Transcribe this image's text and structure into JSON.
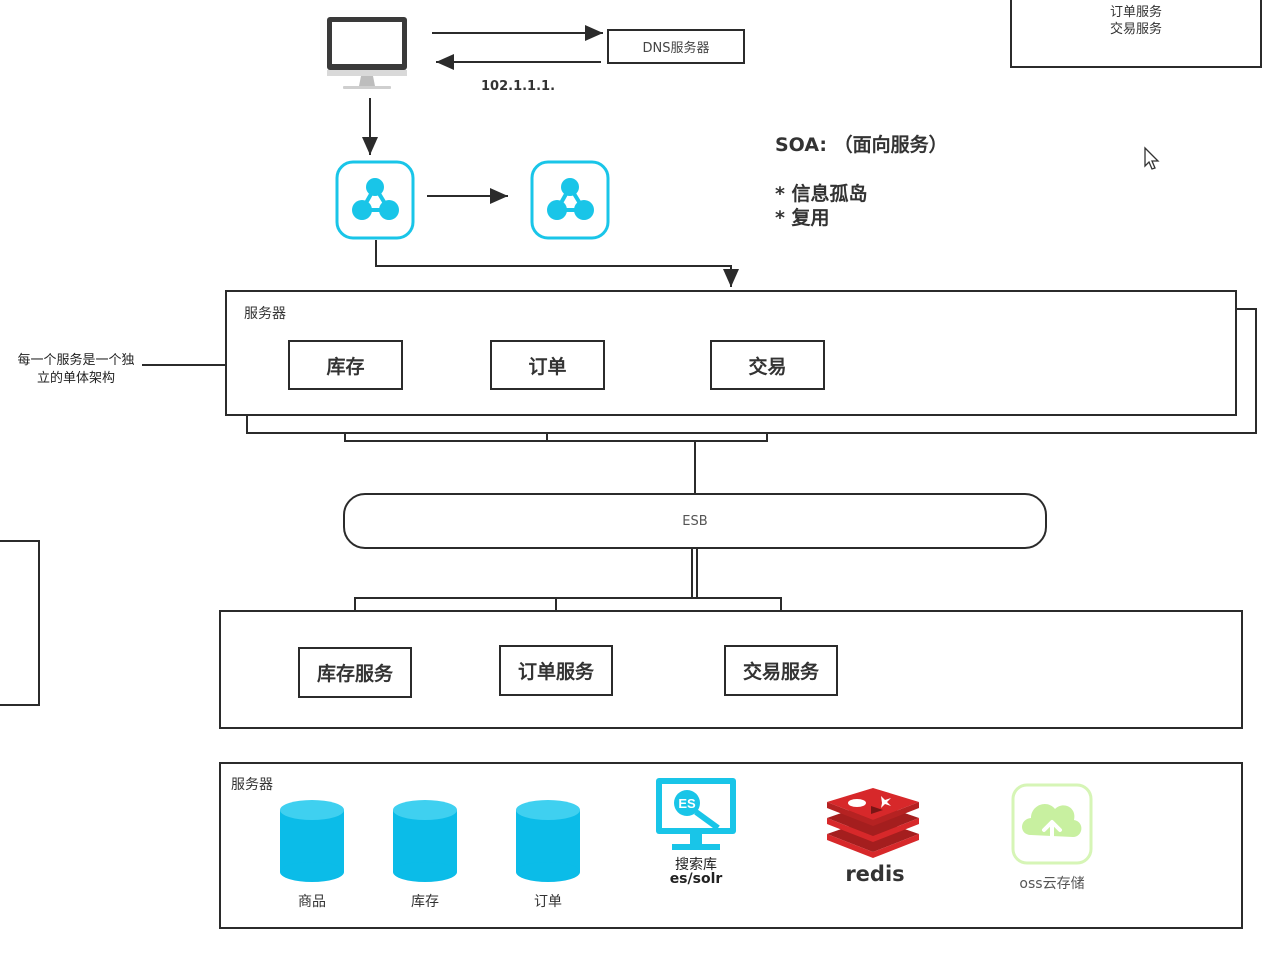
{
  "top_right_box": {
    "line1": "订单服务",
    "line2": "交易服务"
  },
  "dns": {
    "label": "DNS服务器",
    "ip": "102.1.1.1."
  },
  "soa": {
    "title": "SOA: （面向服务）",
    "point1": "* 信息孤岛",
    "point2": "* 复用"
  },
  "server_group": {
    "label": "服务器",
    "services": [
      "库存",
      "订单",
      "交易"
    ]
  },
  "annotation": {
    "line1": "每一个服务是一个独",
    "line2": "立的单体架构"
  },
  "esb": {
    "label": "ESB"
  },
  "service_layer": {
    "services": [
      "库存服务",
      "订单服务",
      "交易服务"
    ]
  },
  "data_layer": {
    "label": "服务器",
    "databases": [
      "商品",
      "库存",
      "订单"
    ],
    "search": {
      "line1": "搜索库",
      "line2": "es/solr",
      "badge": "ES"
    },
    "redis": {
      "label": "redis"
    },
    "oss": {
      "label": "oss云存储"
    }
  },
  "colors": {
    "accent": "#19c5e8",
    "db": "#0bbce8",
    "redis": "#d7282a",
    "oss": "#c8f0a0"
  },
  "icons": [
    "monitor-icon",
    "load-balancer-icon",
    "database-icon",
    "elasticsearch-icon",
    "redis-icon",
    "cloud-storage-icon",
    "cursor-icon"
  ]
}
